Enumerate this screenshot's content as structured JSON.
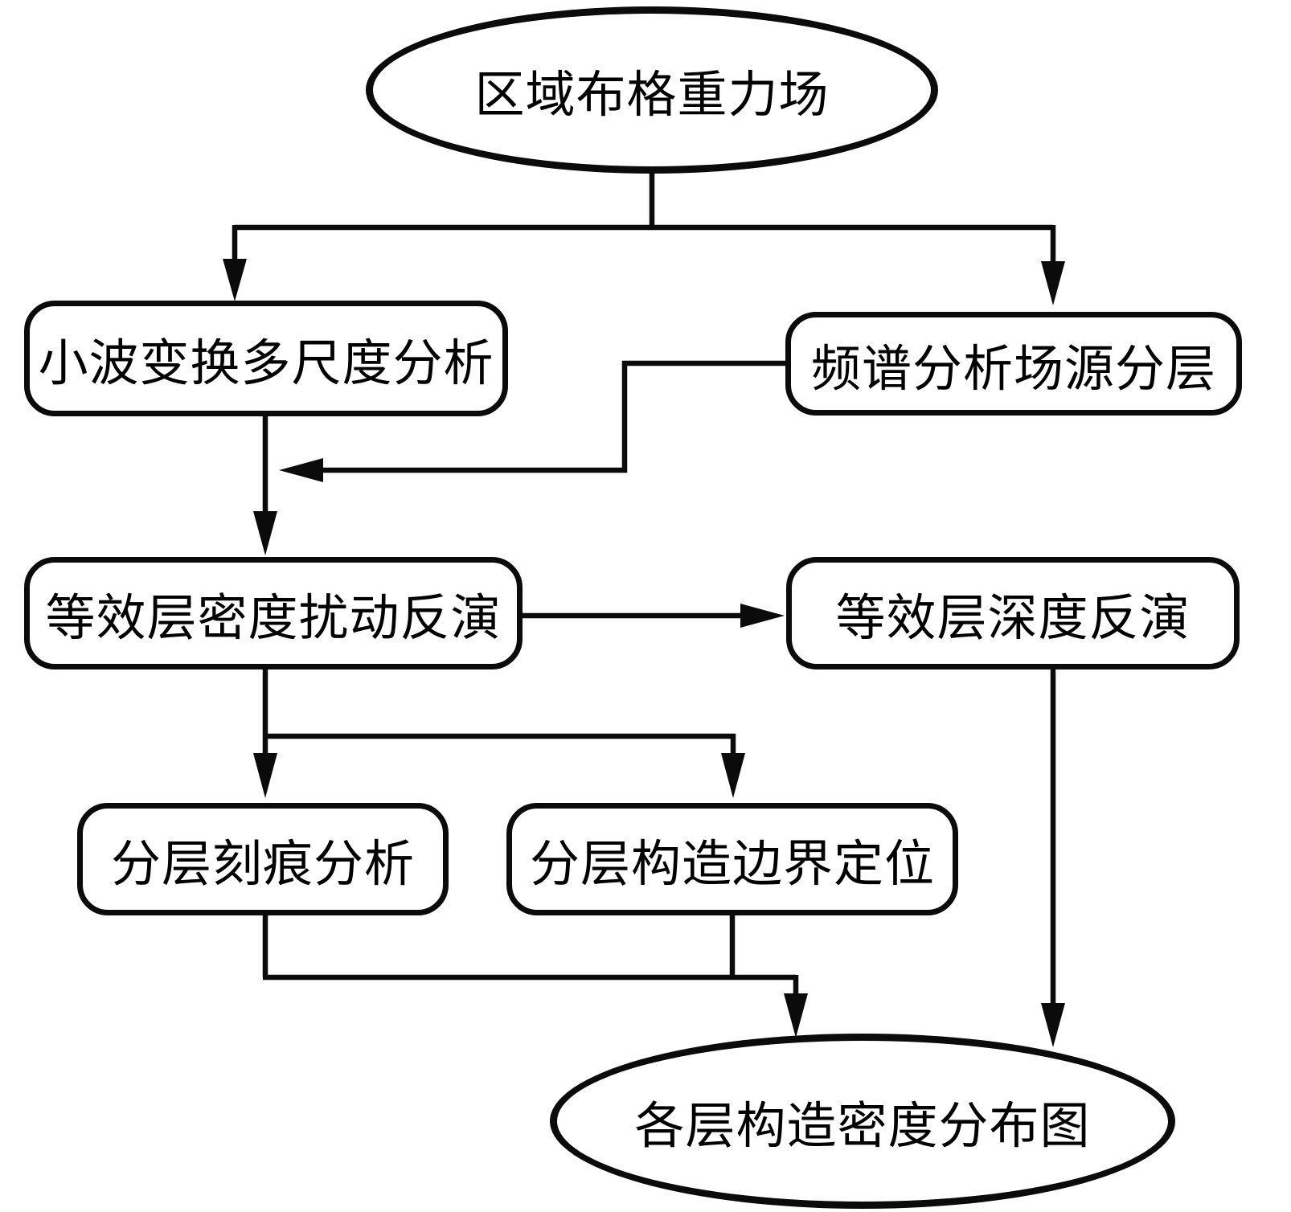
{
  "colors": {
    "line": "#0b0b0b",
    "background": "#ffffff",
    "text": "#000000"
  },
  "nodes": {
    "source": {
      "label": "区域布格重力场",
      "shape": "ellipse"
    },
    "wavelet": {
      "label": "小波变换多尺度分析",
      "shape": "rounded-rect"
    },
    "spectrum": {
      "label": "频谱分析场源分层",
      "shape": "rounded-rect"
    },
    "density_inversion": {
      "label": "等效层密度扰动反演",
      "shape": "rounded-rect"
    },
    "depth_inversion": {
      "label": "等效层深度反演",
      "shape": "rounded-rect"
    },
    "scratch_analysis": {
      "label": "分层刻痕分析",
      "shape": "rounded-rect"
    },
    "boundary_location": {
      "label": "分层构造边界定位",
      "shape": "rounded-rect"
    },
    "output": {
      "label": "各层构造密度分布图",
      "shape": "ellipse"
    }
  },
  "edges": [
    {
      "from": "区域布格重力场",
      "to": "小波变换多尺度分析"
    },
    {
      "from": "区域布格重力场",
      "to": "频谱分析场源分层"
    },
    {
      "from": "频谱分析场源分层",
      "to": "等效层密度扰动反演"
    },
    {
      "from": "小波变换多尺度分析",
      "to": "等效层密度扰动反演"
    },
    {
      "from": "等效层密度扰动反演",
      "to": "等效层深度反演"
    },
    {
      "from": "等效层密度扰动反演",
      "to": "分层刻痕分析"
    },
    {
      "from": "等效层密度扰动反演",
      "to": "分层构造边界定位"
    },
    {
      "from": "分层刻痕分析",
      "to": "各层构造密度分布图"
    },
    {
      "from": "分层构造边界定位",
      "to": "各层构造密度分布图"
    },
    {
      "from": "等效层深度反演",
      "to": "各层构造密度分布图"
    }
  ]
}
